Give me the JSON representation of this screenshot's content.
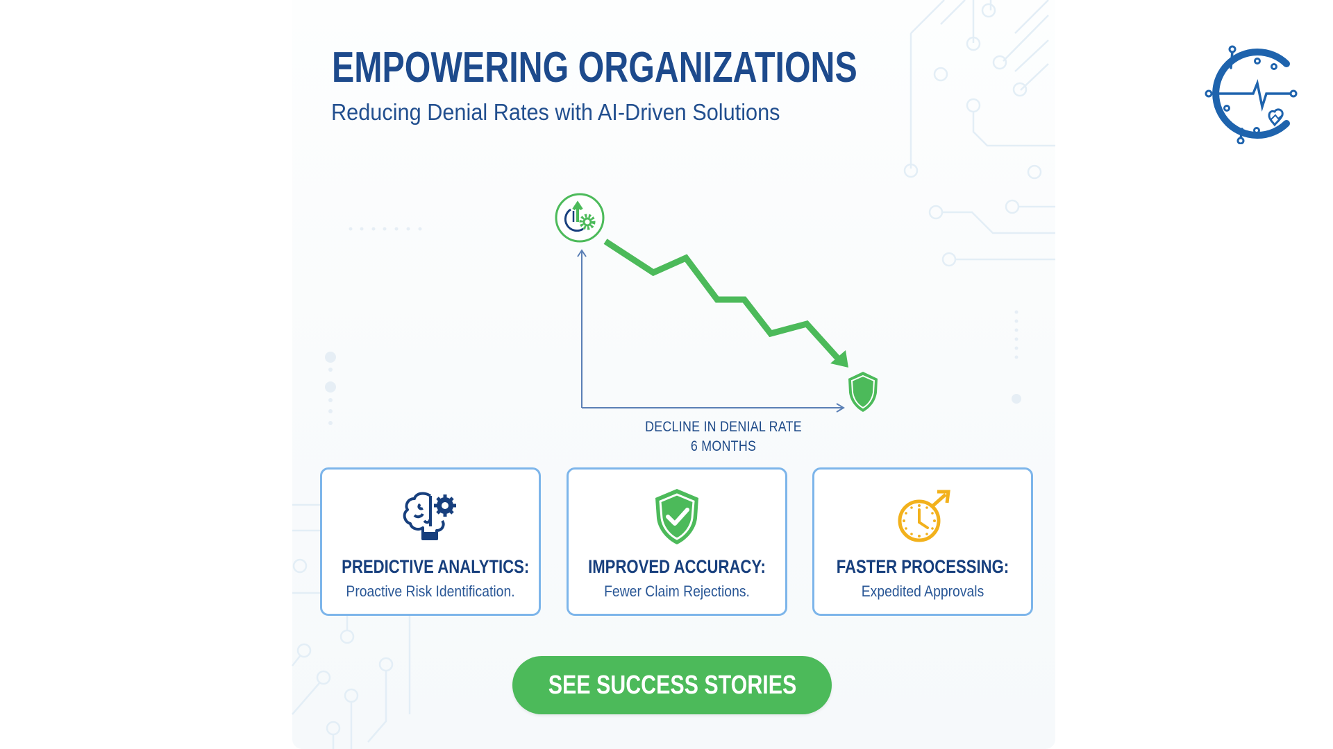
{
  "header": {
    "title": "EMPOWERING ORGANIZATIONS",
    "subtitle": "Reducing Denial Rates with AI-Driven Solutions"
  },
  "logo": {
    "icon": "circuit-c-heartbeat-logo-icon",
    "color": "#1e63ad"
  },
  "chart": {
    "label_line1": "DECLINE IN DENIAL RATE",
    "label_line2": "6 MONTHS",
    "start_icon": "analytics-gear-icon",
    "end_icon": "shield-icon"
  },
  "chart_data": {
    "type": "line",
    "title": "DECLINE IN DENIAL RATE",
    "xlabel": "6 MONTHS",
    "ylabel": "",
    "x": [
      0,
      1,
      2,
      3,
      4,
      5,
      6,
      7
    ],
    "series": [
      {
        "name": "Denial Rate (relative)",
        "values": [
          100,
          78,
          88,
          60,
          60,
          37,
          45,
          15
        ]
      }
    ],
    "grid": false,
    "legend": "none",
    "annotations": [
      "start icon: analytics gear",
      "end icon: green shield",
      "arrowhead at end of line"
    ],
    "colors": {
      "line": "#4cba5a",
      "axes": "#5a7fb5"
    }
  },
  "cards": [
    {
      "icon": "brain-gear-icon",
      "title": "PREDICTIVE ANALYTICS:",
      "subtitle": "Proactive Risk Identification.",
      "icon_color": "#173f7d"
    },
    {
      "icon": "shield-check-icon",
      "title": "IMPROVED ACCURACY:",
      "subtitle": "Fewer Claim Rejections.",
      "icon_color": "#4cba5a"
    },
    {
      "icon": "clock-arrow-icon",
      "title": "FASTER PROCESSING:",
      "subtitle": "Expedited Approvals",
      "icon_color": "#f2b11c"
    }
  ],
  "cta": {
    "label": "SEE SUCCESS STORIES",
    "color": "#4cba5a"
  },
  "colors": {
    "primary": "#1d4a8c",
    "accent_green": "#4cba5a",
    "card_border": "#7db5ea",
    "accent_yellow": "#f2b11c"
  }
}
